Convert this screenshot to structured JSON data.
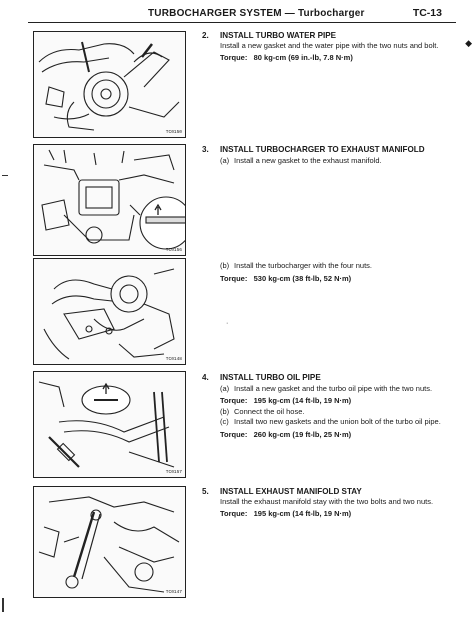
{
  "header": {
    "title": "TURBOCHARGER SYSTEM — Turbocharger",
    "code": "TC-13"
  },
  "figures": [
    {
      "code": "TC0150"
    },
    {
      "code": "TC0156"
    },
    {
      "code": "TC0148"
    },
    {
      "code": "TC0157"
    },
    {
      "code": "TC0147"
    }
  ],
  "sections": [
    {
      "num": "2.",
      "title": "INSTALL TURBO WATER PIPE",
      "body": "Install a new gasket and the water pipe with the two nuts and bolt.",
      "torque_label": "Torque:",
      "torque_value": "80 kg-cm (69 in.-lb, 7.8 N·m)"
    },
    {
      "num": "3.",
      "title": "INSTALL TURBOCHARGER TO EXHAUST MANIFOLD",
      "sub_a_tag": "(a)",
      "sub_a_text": "Install a new gasket to the exhaust manifold.",
      "sub_b_tag": "(b)",
      "sub_b_text": "Install the turbocharger with the four nuts.",
      "torque_label": "Torque:",
      "torque_value": "530 kg-cm (38 ft-lb, 52 N·m)"
    },
    {
      "num": "4.",
      "title": "INSTALL TURBO OIL PIPE",
      "sub_a_tag": "(a)",
      "sub_a_text": "Install a new gasket and the turbo oil pipe with the two nuts.",
      "torque1_label": "Torque:",
      "torque1_value": "195 kg-cm (14 ft-lb, 19 N·m)",
      "sub_b_tag": "(b)",
      "sub_b_text": "Connect the oil hose.",
      "sub_c_tag": "(c)",
      "sub_c_text": "Install two new gaskets and the union bolt of the turbo oil pipe.",
      "torque2_label": "Torque:",
      "torque2_value": "260 kg-cm (19 ft-lb, 25 N·m)"
    },
    {
      "num": "5.",
      "title": "INSTALL EXHAUST MANIFOLD STAY",
      "body": "Install the exhaust manifold stay with the two bolts and two nuts.",
      "torque_label": "Torque:",
      "torque_value": "195 kg-cm (14 ft-lb, 19 N·m)"
    }
  ]
}
